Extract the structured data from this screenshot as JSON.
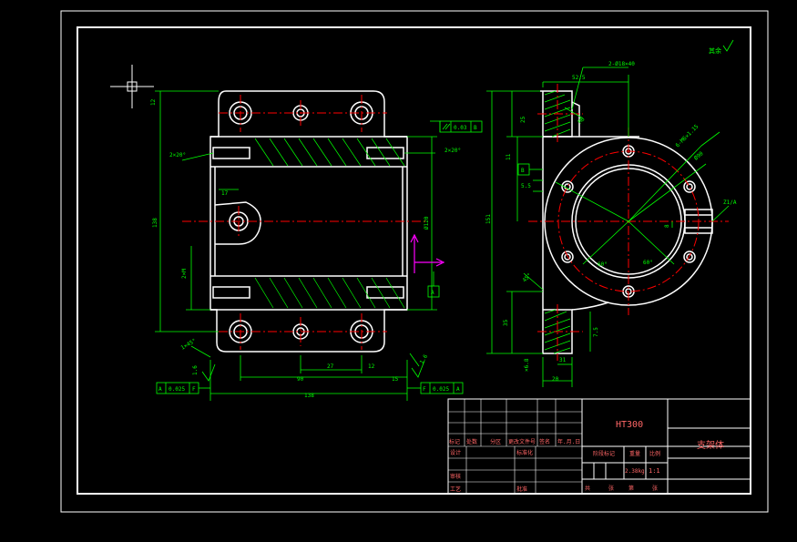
{
  "colors": {
    "background": "#000000",
    "outline": "#ffffff",
    "dimension": "#00ff00",
    "centerline": "#ff0000",
    "ucs": "#ff00ff",
    "title_text": "#ff6666"
  },
  "front_view": {
    "dims": {
      "top_tab": "12",
      "total_height": "138",
      "chamfer_left": "2×20°",
      "chamfer_right": "2×20°",
      "slot_dia": "17",
      "bore": "Ø120",
      "thread": "2×M",
      "parallel": "0.03",
      "parallel_ref": "B",
      "datum_a": "A",
      "ra_left": "1.6",
      "ra_right": "1.6",
      "dim_90": "90",
      "dim_27": "27",
      "dim_12": "12",
      "dim_15": "15",
      "dim_138": "138",
      "bottom_chamfer": "1×45°",
      "flatness_left": "0.025",
      "flatness_left_ref": "A",
      "flatness_left_sym": "F",
      "flatness_right": "0.025",
      "flatness_right_ref": "A",
      "flatness_right_sym": "F"
    }
  },
  "side_view": {
    "dims": {
      "top_width": "52.5",
      "holes": "2-Ø18×40",
      "dim_25": "25",
      "dim_11": "11",
      "dim_151": "151",
      "datum_b": "B",
      "dim_5_5": "5.5",
      "angle_45": "45°",
      "dim_35": "35",
      "holes_right": "6-M6×1.15",
      "dia_90": "Ø90",
      "surface_note": "Z1/A",
      "angle_60a": "60°",
      "angle_60b": "60°",
      "dim_20": "20",
      "dim_31": "31",
      "dim_7_5": "7.5",
      "ra_side": "×6.8",
      "leader_8": "8",
      "leader_m6": "M6"
    }
  },
  "roughness_note": "其余",
  "title_block": {
    "material": "HT300",
    "part_name": "支架体",
    "scale_label": "比例",
    "scale_value": "1:1",
    "weight_label": "重量",
    "stage_label": "阶段标记",
    "weight_value": "2.38kg",
    "sheet_label": "共",
    "sheet_of": "张",
    "sheet_label2": "第",
    "sheet_of2": "张",
    "rows": [
      [
        "标记",
        "处数",
        "分区",
        "更改文件号",
        "签名",
        "年.月.日"
      ],
      [
        "设计",
        "",
        "标准化",
        "",
        "",
        ""
      ],
      [
        "审核",
        "",
        "",
        "",
        "",
        ""
      ],
      [
        "工艺",
        "",
        "批准",
        "",
        "",
        ""
      ]
    ]
  }
}
